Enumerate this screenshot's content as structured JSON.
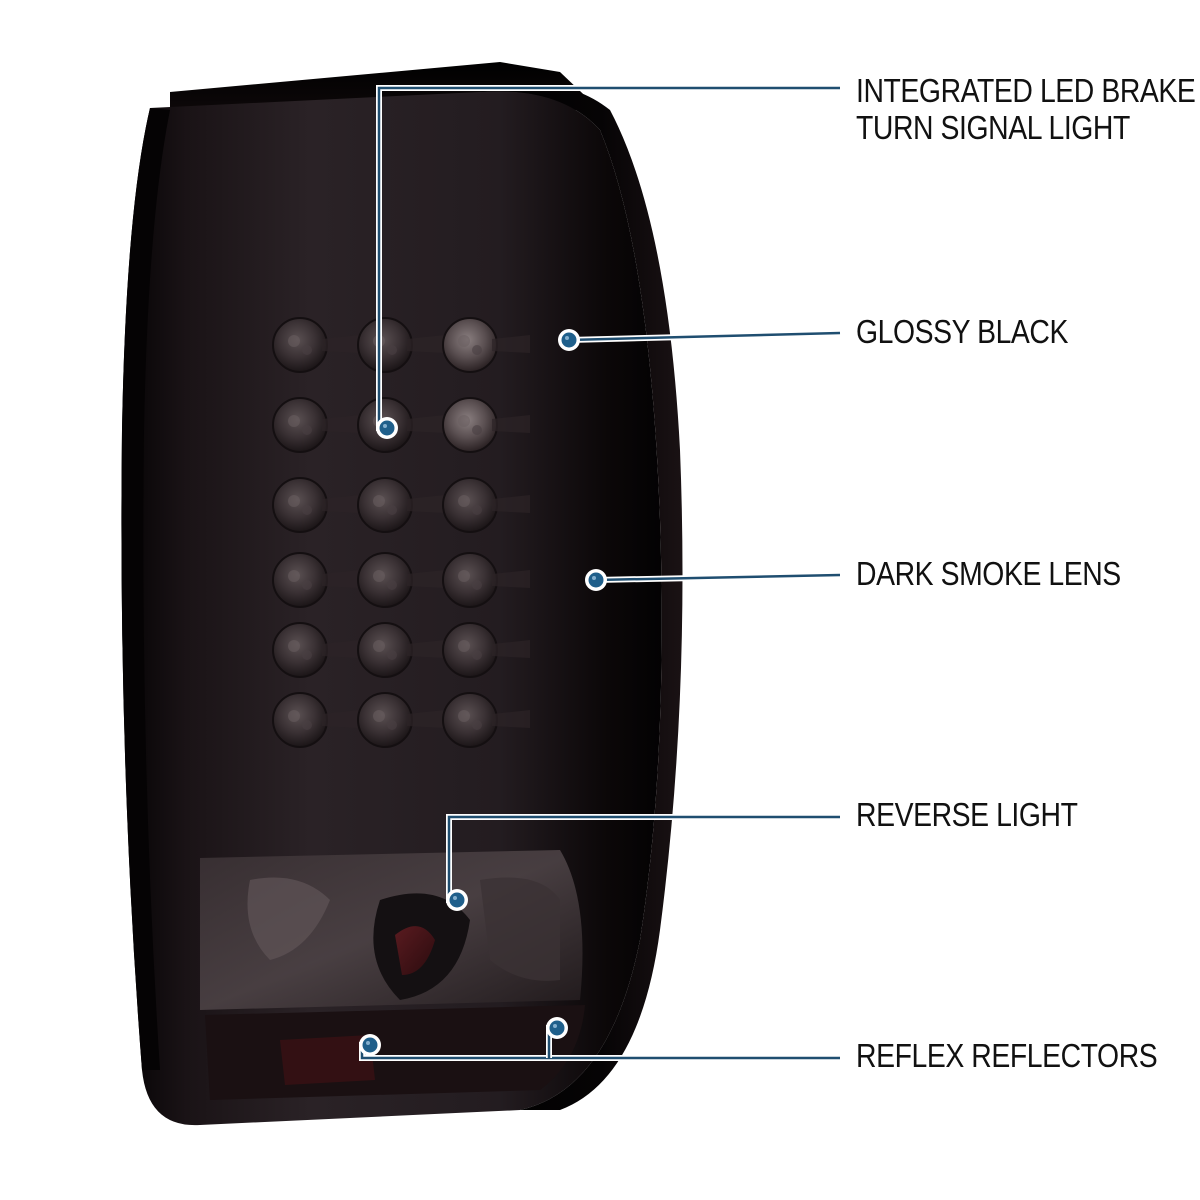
{
  "callouts": [
    {
      "id": "led",
      "lines": [
        "INTEGRATED LED BRAKE &",
        "TURN SIGNAL LIGHT"
      ]
    },
    {
      "id": "glossy",
      "lines": [
        "GLOSSY BLACK"
      ]
    },
    {
      "id": "smoke",
      "lines": [
        "DARK SMOKE LENS"
      ]
    },
    {
      "id": "reverse",
      "lines": [
        "REVERSE LIGHT"
      ]
    },
    {
      "id": "reflex",
      "lines": [
        "REFLEX REFLECTORS"
      ]
    }
  ],
  "colors": {
    "callout_line": "#1f4e70",
    "callout_dot": "#1f5f8b",
    "housing": "#0a0708",
    "lens_smoke": "#2a2326"
  }
}
